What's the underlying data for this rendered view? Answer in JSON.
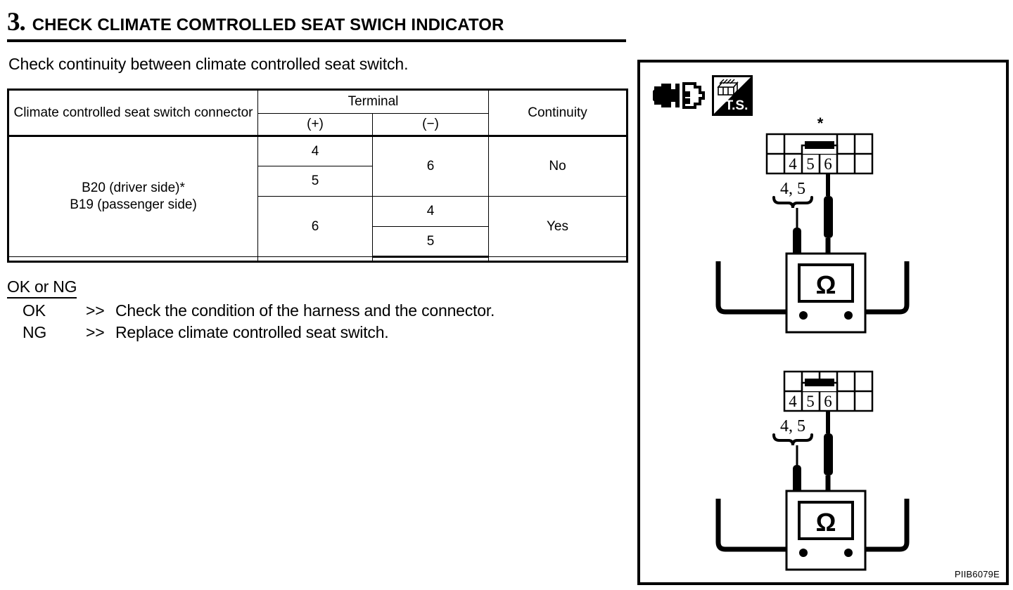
{
  "step": {
    "number": "3.",
    "title": "CHECK CLIMATE COMTROLLED SEAT SWICH INDICATOR"
  },
  "intro": {
    "text": "Check continuity between climate controlled seat switch."
  },
  "table": {
    "headers": {
      "connector": "Climate controlled seat switch connector",
      "terminal": "Terminal",
      "continuity": "Continuity",
      "positive": "(+)",
      "negative": "(−)"
    },
    "connector_cell": {
      "line1": "B20 (driver side)*",
      "line2": "B19 (passenger side)"
    },
    "rows": [
      {
        "positive": "4",
        "negative": "6",
        "continuity": "No"
      },
      {
        "positive": "5",
        "negative": "6",
        "continuity": "No"
      },
      {
        "positive": "6",
        "negative": "4",
        "continuity": "Yes"
      },
      {
        "positive": "6",
        "negative": "5",
        "continuity": "Yes"
      }
    ]
  },
  "ok_or_ng": {
    "title": "OK or NG",
    "results": [
      {
        "label": "OK",
        "arrow": ">>",
        "text": "Check the condition of the harness and the connector."
      },
      {
        "label": "NG",
        "arrow": ">>",
        "text": "Replace climate controlled seat switch."
      }
    ]
  },
  "diagram": {
    "icons": {
      "disconnect": "disconnect-connector-icon",
      "tester": "T.S."
    },
    "measurements": [
      {
        "asterisk": "*",
        "connector_pins": [
          "4",
          "5",
          "6"
        ],
        "probe_label": "4, 5",
        "meter_symbol": "Ω",
        "leading_blank_cells": 1,
        "trailing_blank_cells": 2
      },
      {
        "asterisk": "",
        "connector_pins": [
          "4",
          "5",
          "6"
        ],
        "probe_label": "4, 5",
        "meter_symbol": "Ω",
        "leading_blank_cells": 0,
        "trailing_blank_cells": 2
      }
    ],
    "figure_code": "PIIB6079E"
  },
  "colors": {
    "ink": "#000000",
    "paper": "#ffffff"
  }
}
